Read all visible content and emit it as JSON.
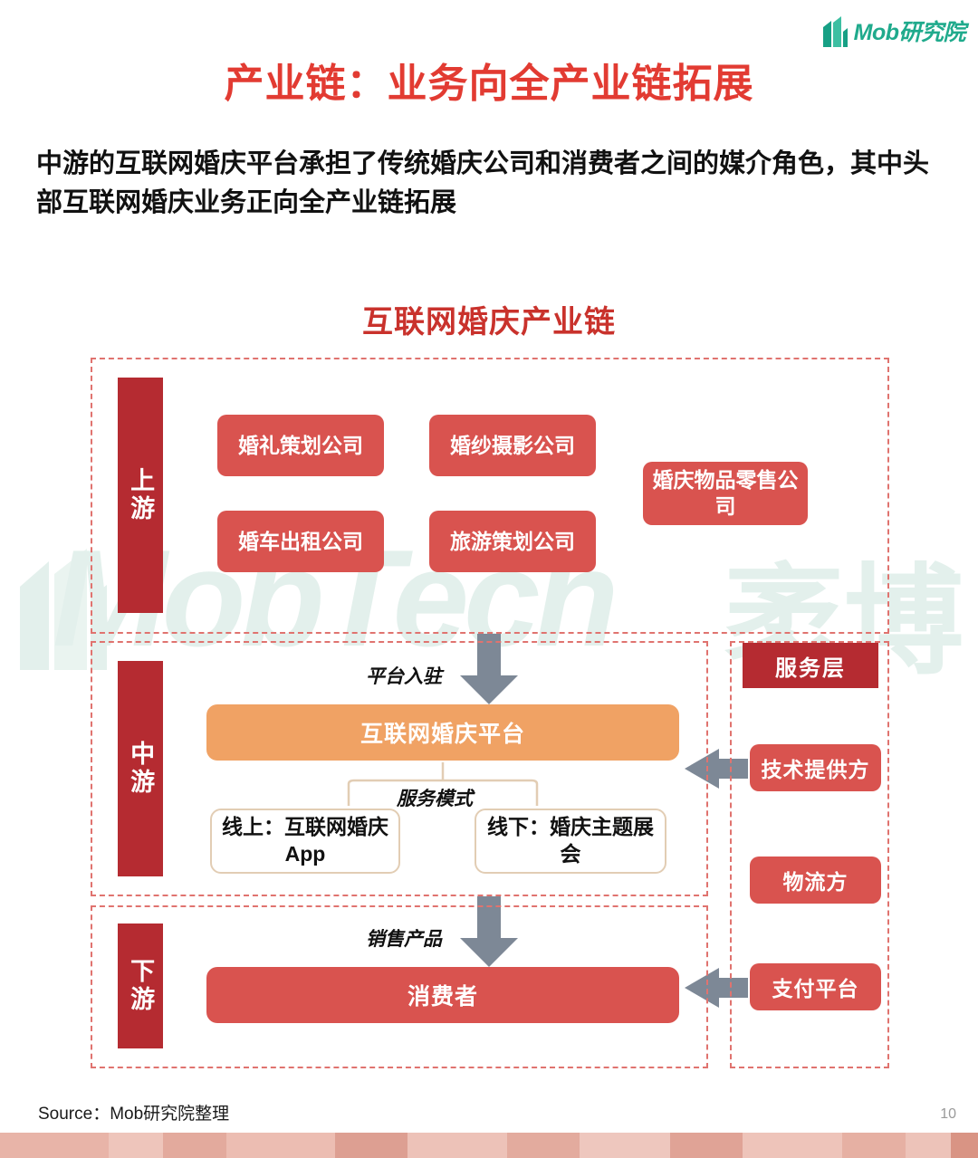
{
  "brand": {
    "name": "Mob研究院",
    "logo_icon": "mob-building-logo-icon",
    "color": "#1faa8c"
  },
  "header": {
    "title": "产业链：业务向全产业链拓展",
    "title_color": "#e23b32",
    "lead": "中游的互联网婚庆平台承担了传统婚庆公司和消费者之间的媒介角色，其中头部互联网婚庆业务正向全产业链拓展"
  },
  "chart_title": "互联网婚庆产业链",
  "chart_title_color": "#c9322c",
  "watermark": {
    "text": "MobTech",
    "cn": "袤博",
    "color": "#e3f0ec"
  },
  "diagram": {
    "tiers": [
      {
        "key": "upstream",
        "label": "上游"
      },
      {
        "key": "midstream",
        "label": "中游"
      },
      {
        "key": "downstream",
        "label": "下游"
      }
    ],
    "upstream": {
      "boxes": [
        "婚礼策划公司",
        "婚纱摄影公司",
        "婚庆物品零售公司",
        "婚车出租公司",
        "旅游策划公司"
      ]
    },
    "midstream": {
      "platform": "互联网婚庆平台",
      "platform_color": "#f0a264",
      "modes": [
        "线上：互联网婚庆App",
        "线下：婚庆主题展会"
      ]
    },
    "downstream": {
      "consumer": "消费者",
      "consumer_color": "#d9534f"
    },
    "service_layer": {
      "header": "服务层",
      "header_color": "#b52b31",
      "boxes": [
        "技术提供方",
        "物流方",
        "支付平台"
      ]
    },
    "flows": [
      {
        "key": "platform_entry",
        "label": "平台入驻",
        "direction": "down"
      },
      {
        "key": "service_mode",
        "label": "服务模式",
        "direction": "bracket"
      },
      {
        "key": "sales_product",
        "label": "销售产品",
        "direction": "down"
      }
    ],
    "arrow_color": "#7d8896",
    "zone_border_color": "#e0736f",
    "box_color": "#d9534f",
    "tier_color": "#b52b31"
  },
  "footer": {
    "source": "Source：Mob研究院整理",
    "page_number": "10"
  }
}
